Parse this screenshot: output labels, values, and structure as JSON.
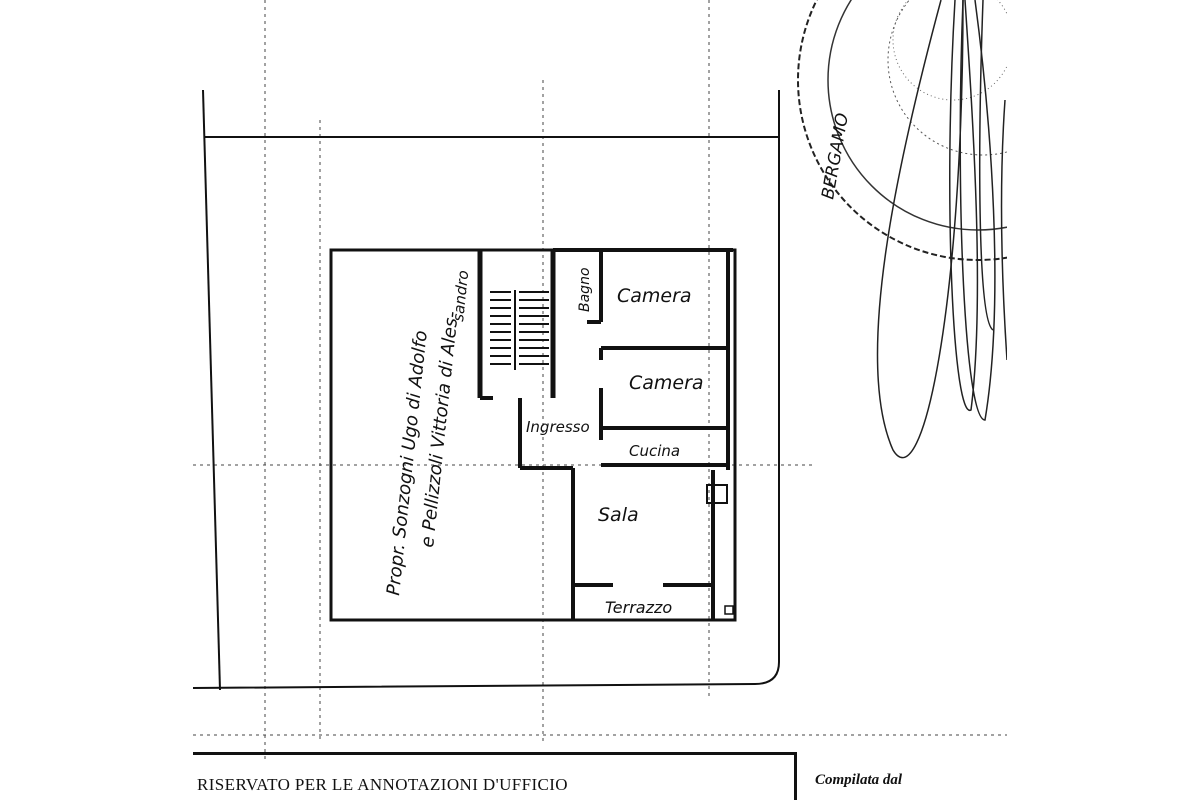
{
  "plan": {
    "rooms": {
      "camera_1": "Camera",
      "camera_2": "Camera",
      "bagno": "Bagno",
      "ingresso": "Ingresso",
      "cucina": "Cucina",
      "sala": "Sala",
      "terrazzo": "Terrazzo"
    },
    "owner_line_1": "Propr. Sonzogni Ugo di Adolfo",
    "owner_line_2": "e Pellizzoli Vittoria di Ales-",
    "owner_line_3": "sandro"
  },
  "stamp": {
    "text": "BERGAMO"
  },
  "footer": {
    "office_annotations": "RISERVATO PER LE ANNOTAZIONI D'UFFICIO",
    "compiled_by": "Compilata dal"
  }
}
